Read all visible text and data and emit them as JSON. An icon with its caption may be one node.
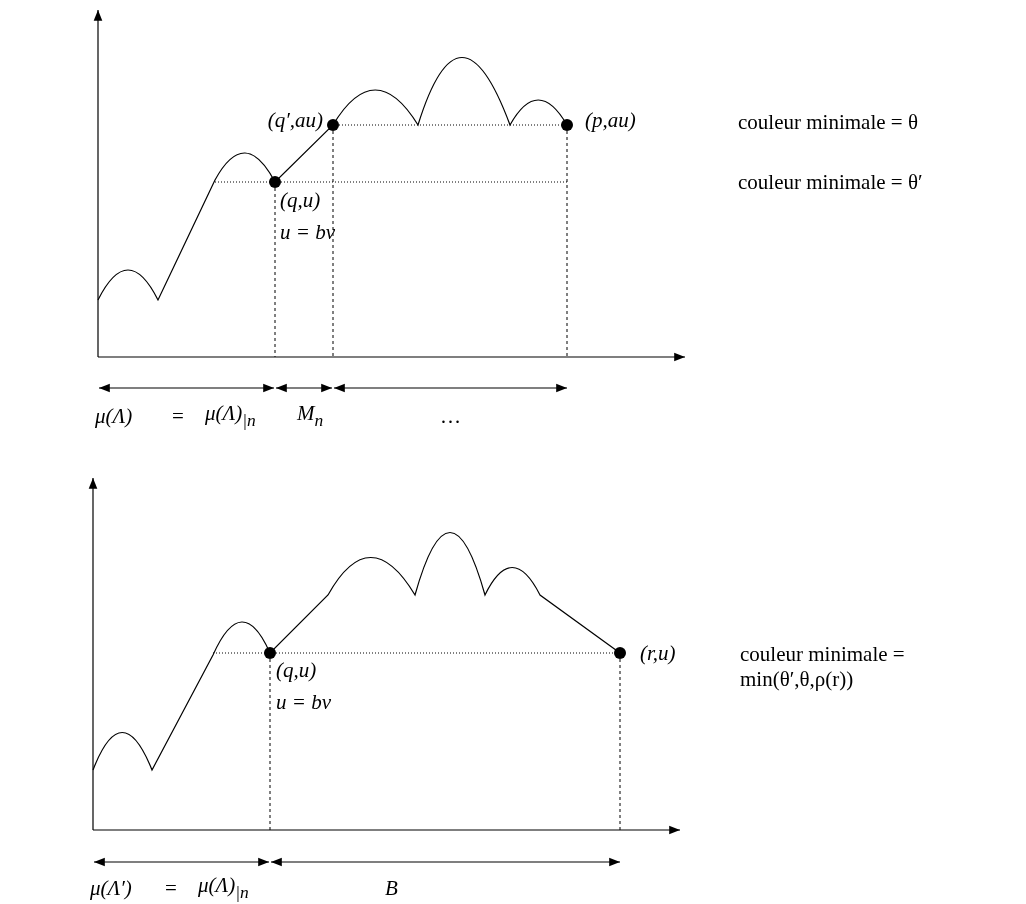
{
  "diagram": {
    "labels": [
      "(q′,au)",
      "(p,au)",
      "couleur minimale = θ",
      "couleur minimale = θ′",
      "(q,u)",
      "u = bv",
      "μ(Λ)",
      "=",
      "μ(Λ)$_{|n}$",
      "M$_{n}$",
      "…",
      "(r,u)",
      "couleur minimale = min(θ′,θ,ρ(r))",
      "(q,u)",
      "u = bv",
      "μ(Λ′)",
      "=",
      "μ(Λ)$_{|n}$",
      "B"
    ]
  }
}
